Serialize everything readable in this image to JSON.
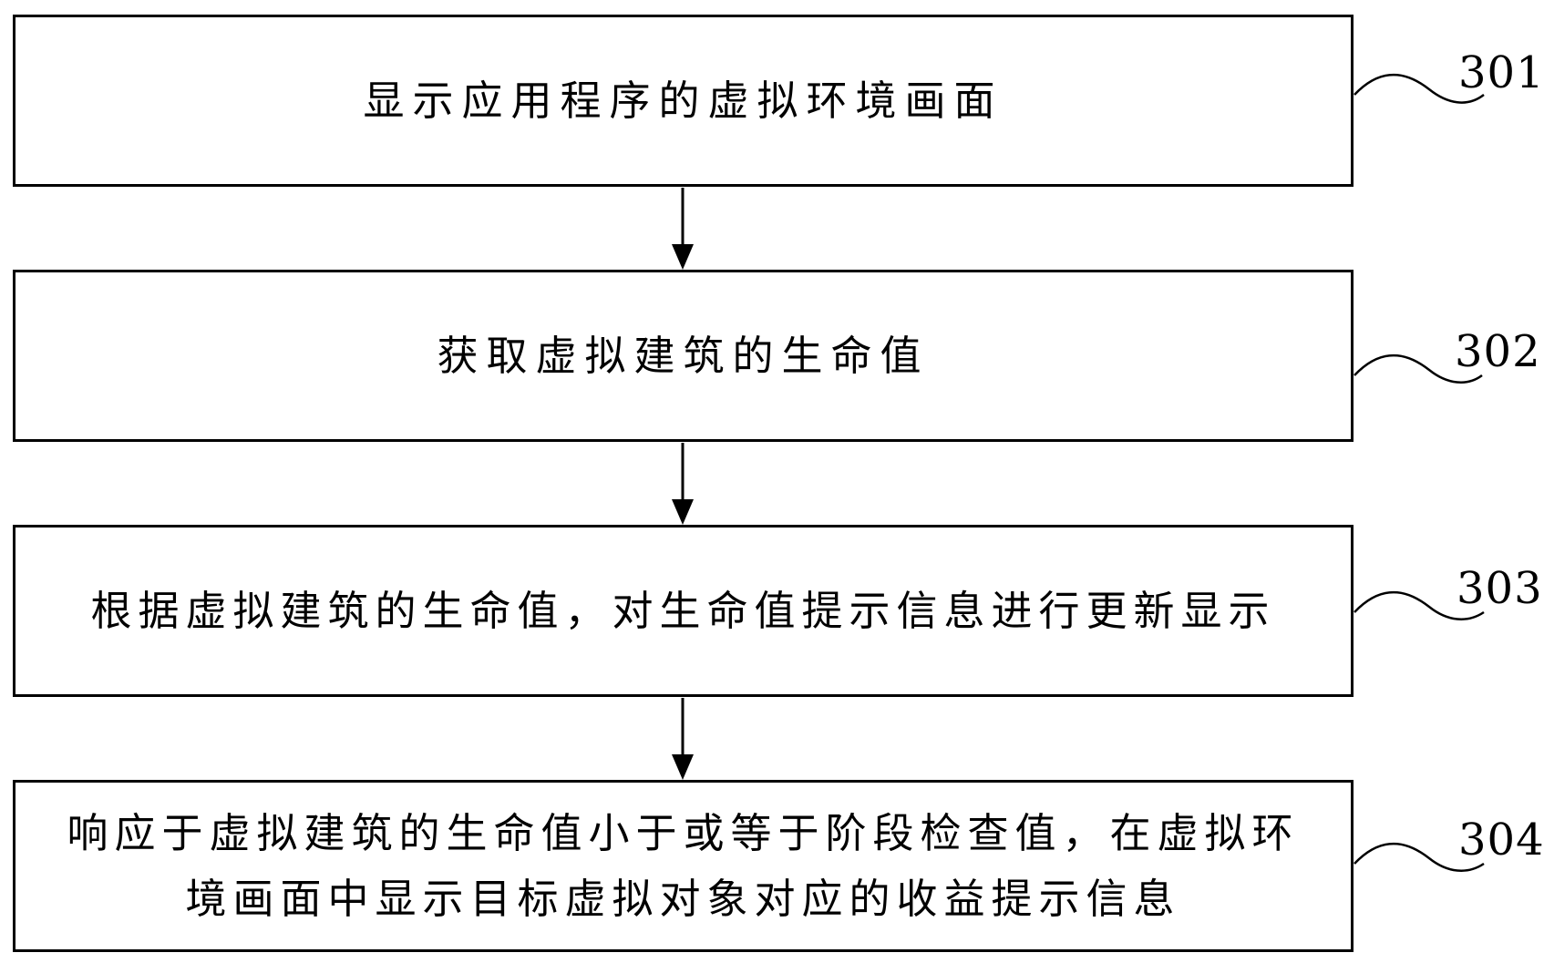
{
  "steps": [
    {
      "id": "301",
      "label": "301",
      "text": "显示应用程序的虚拟环境画面"
    },
    {
      "id": "302",
      "label": "302",
      "text": "获取虚拟建筑的生命值"
    },
    {
      "id": "303",
      "label": "303",
      "text": "根据虚拟建筑的生命值，对生命值提示信息进行更新显示"
    },
    {
      "id": "304",
      "label": "304",
      "text": "响应于虚拟建筑的生命值小于或等于阶段检查值，在虚拟环境画面中显示目标虚拟对象对应的收益提示信息"
    }
  ],
  "colors": {
    "stroke": "#000000",
    "background": "#ffffff"
  }
}
